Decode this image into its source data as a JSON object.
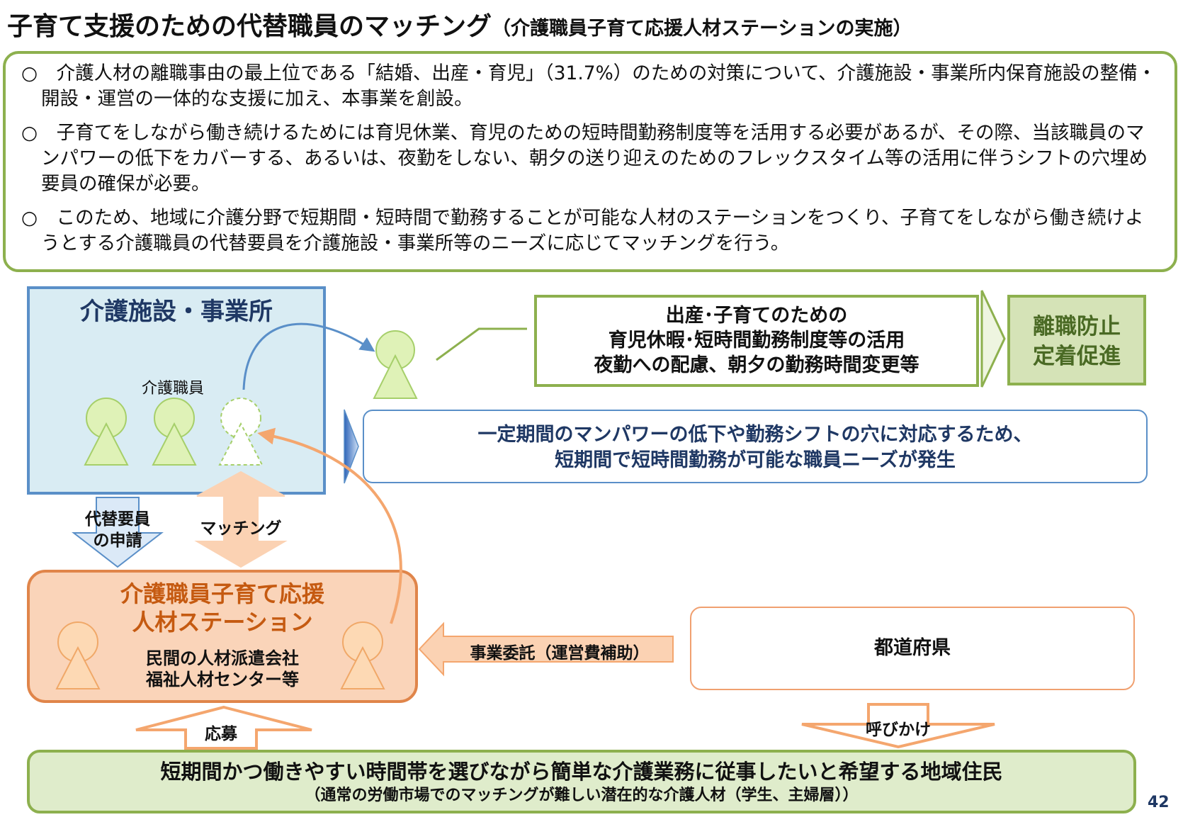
{
  "title": {
    "main": "子育て支援のための代替職員のマッチング",
    "sub": "（介護職員子育て応援人材ステーションの実施）"
  },
  "intro": {
    "bullets": [
      "○　介護人材の離職事由の最上位である「結婚、出産・育児」（31.7%）のための対策について、介護施設・事業所内保育施設の整備・開設・運営の一体的な支援に加え、本事業を創設。",
      "○　子育てをしながら働き続けるためには育児休業、育児のための短時間勤務制度等を活用する必要があるが、その際、当該職員のマンパワーの低下をカバーする、あるいは、夜勤をしない、朝夕の送り迎えのためのフレックスタイム等の活用に伴うシフトの穴埋め要員の確保が必要。",
      "○　このため、地域に介護分野で短期間・短時間で勤務することが可能な人材のステーションをつくり、子育てをしながら働き続けようとする介護職員の代替要員を介護施設・事業所等のニーズに応じてマッチングを行う。"
    ]
  },
  "facility": {
    "title": "介護施設・事業所",
    "staff_label": "介護職員"
  },
  "leave_box": {
    "line1": "出産･子育てのための",
    "line2": "育児休暇･短時間勤務制度等の活用",
    "line3": "夜勤への配慮、朝夕の勤務時間変更等"
  },
  "outcome_box": {
    "line1": "離職防止",
    "line2": "定着促進"
  },
  "need_box": {
    "line1": "一定期間のマンパワーの低下や勤務シフトの穴に対応するため、",
    "line2": "短期間で短時間勤務が可能な職員ニーズが発生"
  },
  "arrows": {
    "request_line1": "代替要員",
    "request_line2": "の申請",
    "matching": "マッチング",
    "commission": "事業委託（運営費補助）",
    "apply": "応募",
    "call": "呼びかけ"
  },
  "station": {
    "title_line1": "介護職員子育て応援",
    "title_line2": "人材ステーション",
    "sub_line1": "民間の人材派遣会社",
    "sub_line2": "福祉人材センター等"
  },
  "prefecture": {
    "label": "都道府県"
  },
  "residents": {
    "main": "短期間かつ働きやすい時間帯を選びながら簡単な介護業務に従事したいと希望する地域住民",
    "sub": "（通常の労働市場でのマッチングが難しい潜在的な介護人材（学生、主婦層））"
  },
  "page_number": "42",
  "colors": {
    "green_border": "#8db04e",
    "green_fill": "#d5e3b7",
    "blue_border": "#5a8fc8",
    "blue_fill": "#d9ecf3",
    "navy_text": "#1f3864",
    "orange_border": "#e0854a",
    "orange_fill": "#fad4b9",
    "orange_text": "#c55a11"
  }
}
